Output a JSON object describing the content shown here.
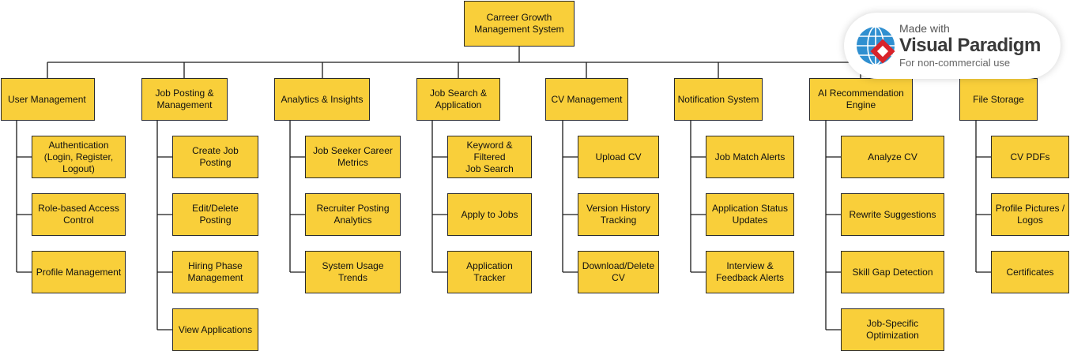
{
  "diagram": {
    "root": {
      "label": "Carreer Growth\nManagement System"
    },
    "categories": [
      {
        "label": "User Management",
        "children": [
          "Authentication\n(Login, Register,\nLogout)",
          "Role-based Access\nControl",
          "Profile Management"
        ]
      },
      {
        "label": "Job Posting &\nManagement",
        "children": [
          "Create Job Posting",
          "Edit/Delete Posting",
          "Hiring Phase\nManagement",
          "View Applications"
        ]
      },
      {
        "label": "Analytics & Insights",
        "children": [
          "Job Seeker Career\nMetrics",
          "Recruiter Posting\nAnalytics",
          "System Usage\nTrends"
        ]
      },
      {
        "label": "Job Search &\nApplication",
        "children": [
          "Keyword & Filtered\nJob Search",
          "Apply to Jobs",
          "Application Tracker"
        ]
      },
      {
        "label": "CV Management",
        "children": [
          "Upload CV",
          "Version History\nTracking",
          "Download/Delete\nCV"
        ]
      },
      {
        "label": "Notification System",
        "children": [
          "Job Match Alerts",
          "Application Status\nUpdates",
          "Interview &\nFeedback Alerts"
        ]
      },
      {
        "label": "AI Recommendation\nEngine",
        "children": [
          "Analyze CV",
          "Rewrite Suggestions",
          "Skill Gap Detection",
          "Job-Specific\nOptimization"
        ]
      },
      {
        "label": "File Storage",
        "children": [
          "CV PDFs",
          "Profile Pictures /\nLogos",
          "Certificates"
        ]
      }
    ]
  },
  "watermark": {
    "made_with": "Made with",
    "brand": "Visual Paradigm",
    "subtitle": "For non-commercial use",
    "icon": "visual-paradigm-logo-icon"
  },
  "colors": {
    "box_fill": "#f9cf3a",
    "box_border": "#2a2a2a",
    "line": "#1a1a1a"
  }
}
